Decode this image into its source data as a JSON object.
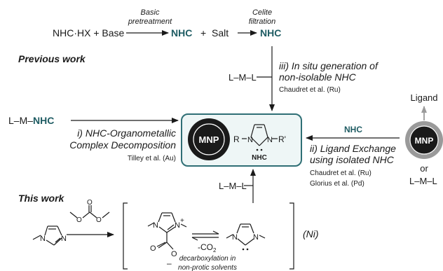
{
  "top": {
    "reactant": "NHC·HX + Base",
    "step1_label_line1": "Basic",
    "step1_label_line2": "pretreatment",
    "product1": "NHC",
    "plus": "+",
    "salt": "Salt",
    "step2_label_line1": "Celite",
    "step2_label_line2": "filtration",
    "product2": "NHC"
  },
  "previous_work": {
    "heading": "Previous work",
    "route_iii_line1": "iii) In situ generation of",
    "route_iii_line2": "non-isolable NHC",
    "route_iii_ref": "Chaudret et al. (Ru)",
    "route_iii_complex": "L–M–L"
  },
  "left_route": {
    "complex_prefix": "L–M–",
    "complex_nhc": "NHC",
    "label_line1": "i) NHC-Organometallic",
    "label_line2": "Complex Decomposition",
    "ref": "Tilley et al. (Au)"
  },
  "center": {
    "mnp": "MNP",
    "r_left": "R",
    "r_right": "R'",
    "n": "N",
    "nhc_tag": "NHC"
  },
  "right_route": {
    "arrow_label": "NHC",
    "label_line1": "ii) Ligand Exchange",
    "label_line2": "using isolated NHC",
    "ref1": "Chaudret et al. (Ru)",
    "ref2": "Glorius et al. (Pd)",
    "ligand": "Ligand",
    "mnp": "MNP",
    "or": "or",
    "complex": "L–M–L"
  },
  "this_work": {
    "heading": "This work",
    "up_complex": "L–M–L",
    "n": "N",
    "n_plus": "N",
    "plus_sign": "+",
    "o": "O",
    "minus": "–",
    "minus_co2": "-CO",
    "co2_sub": "2",
    "note_line1": "decarboxylation in",
    "note_line2": "non-protic solvents",
    "metal": "(Ni)"
  },
  "colors": {
    "teal": "#1f5c63",
    "box_fill": "#eef6f6",
    "box_stroke": "#2f6f75",
    "dark_circle": "#1a1a1a",
    "grey_ring": "#9a9a9a"
  }
}
